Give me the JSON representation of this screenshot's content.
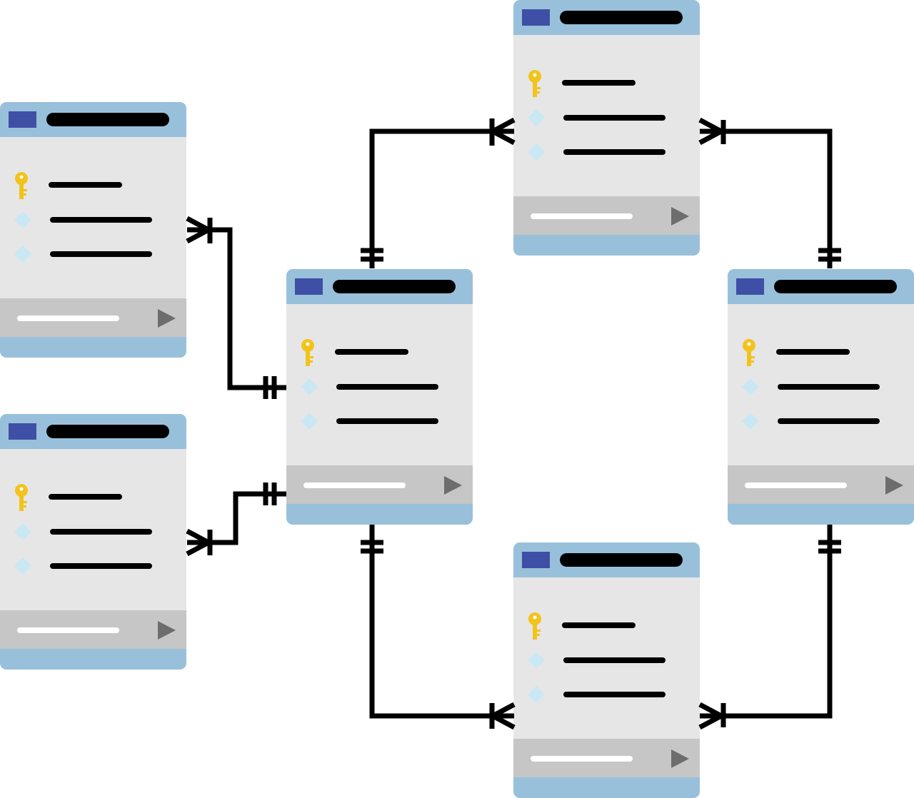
{
  "colors": {
    "header": "#98c0db",
    "header_badge": "#3f4fa5",
    "body": "#e6e6e6",
    "footer_bar": "#c6c6c6",
    "footer_line": "#ffffff",
    "play_icon": "#6d6d6d",
    "key_icon": "#f2c31b",
    "diamond_icon": "#c9e8f4",
    "line": "#000000",
    "background": "#ffffff"
  },
  "icons": {
    "primary_key": "key-icon",
    "field": "diamond-icon",
    "footer_action": "play-icon",
    "header": "badge-icon"
  },
  "tables": [
    {
      "id": "table-top-left",
      "rows": [
        "key",
        "field",
        "field"
      ]
    },
    {
      "id": "table-bottom-left",
      "rows": [
        "key",
        "field",
        "field"
      ]
    },
    {
      "id": "table-center",
      "rows": [
        "key",
        "field",
        "field"
      ]
    },
    {
      "id": "table-top-right",
      "rows": [
        "key",
        "field",
        "field"
      ]
    },
    {
      "id": "table-right",
      "rows": [
        "key",
        "field",
        "field"
      ]
    },
    {
      "id": "table-bottom-right",
      "rows": [
        "key",
        "field",
        "field"
      ]
    }
  ],
  "relationships": [
    {
      "from": "table-center",
      "to": "table-top-left",
      "from_end": "one-and-only-one",
      "to_end": "one-or-many"
    },
    {
      "from": "table-center",
      "to": "table-bottom-left",
      "from_end": "one-and-only-one",
      "to_end": "one-or-many"
    },
    {
      "from": "table-center",
      "to": "table-top-right",
      "from_end": "one-and-only-one",
      "to_end": "one-or-many"
    },
    {
      "from": "table-center",
      "to": "table-bottom-right",
      "from_end": "one-and-only-one",
      "to_end": "one-or-many"
    },
    {
      "from": "table-right",
      "to": "table-top-right",
      "from_end": "one-and-only-one",
      "to_end": "one-or-many"
    },
    {
      "from": "table-right",
      "to": "table-bottom-right",
      "from_end": "one-and-only-one",
      "to_end": "one-or-many"
    }
  ]
}
